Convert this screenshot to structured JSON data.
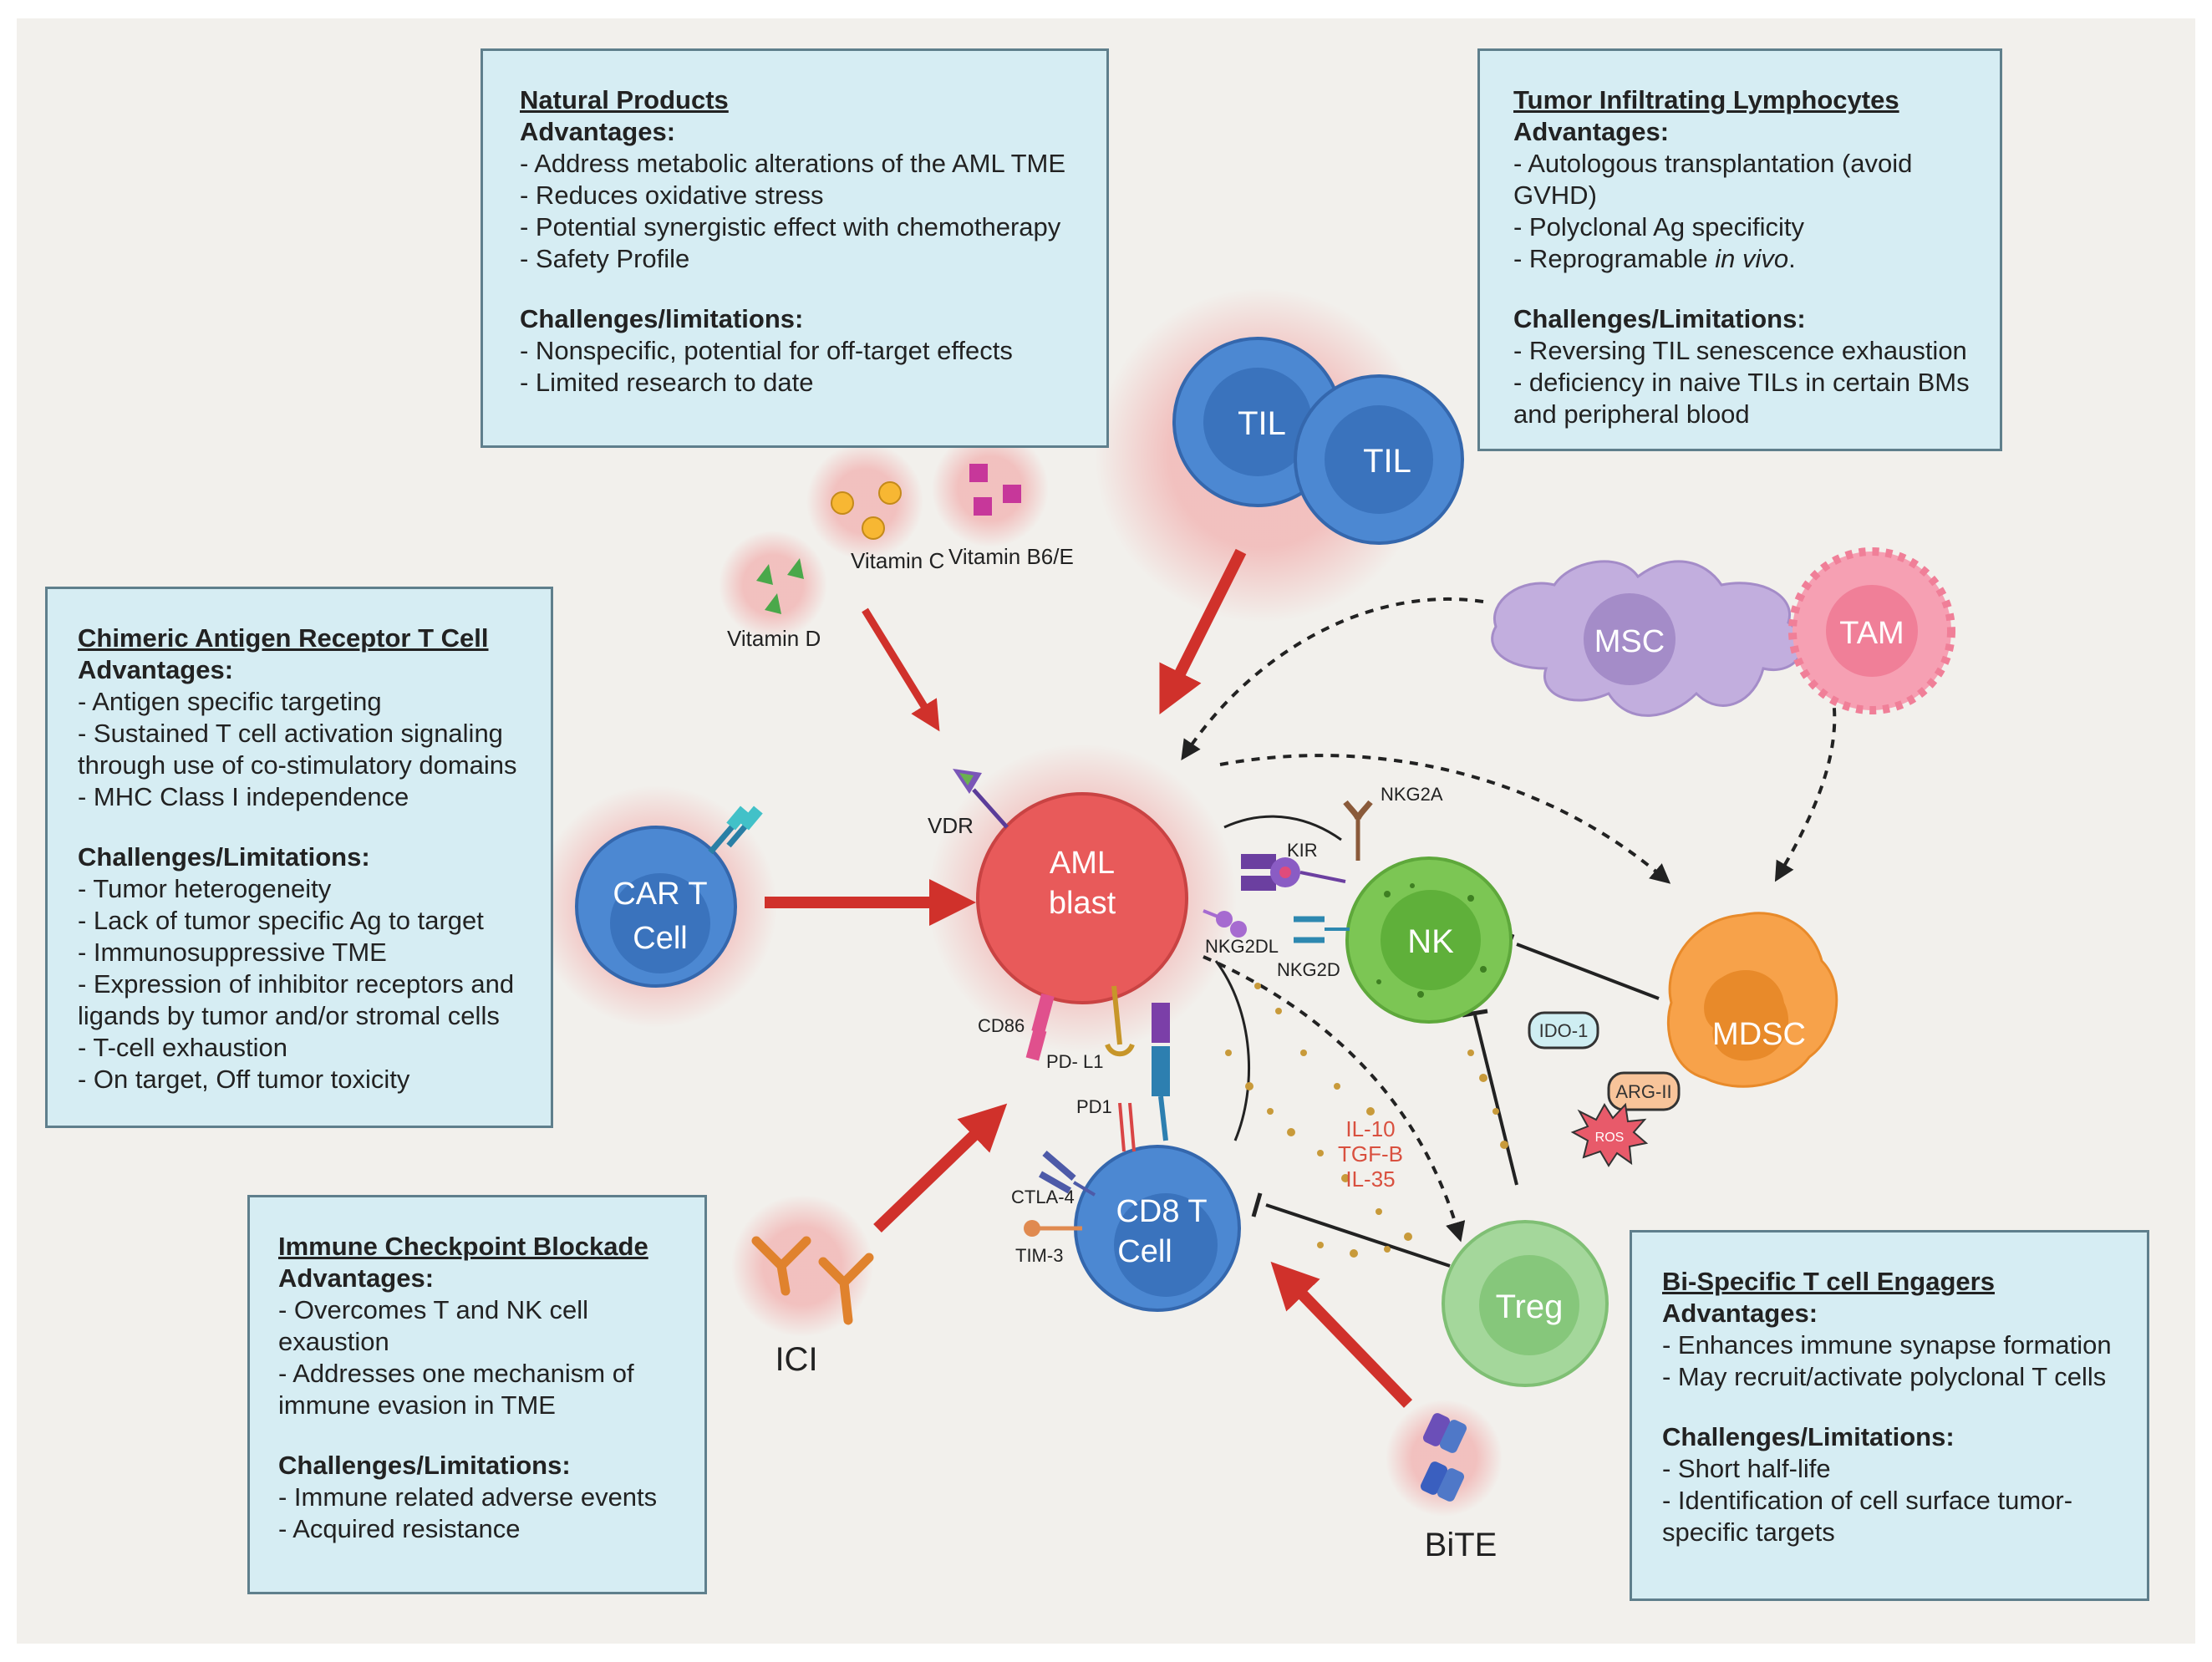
{
  "colors": {
    "box_fill": "#d6edf3",
    "box_border": "#5f7f8c",
    "arrow": "#d0312b",
    "aml": "#e85a5a",
    "t_cell": "#3d79c8",
    "nk": "#7cc654",
    "treg": "#8dcd84",
    "mdsc": "#f7a24a",
    "msc": "#b9a2d6",
    "tam": "#f4879f"
  },
  "boxes": {
    "natural_products": {
      "title": "Natural Products",
      "adv_head": "Advantages:",
      "advantages": [
        "- Address metabolic alterations of the AML TME",
        "- Reduces oxidative stress",
        "- Potential synergistic effect with chemotherapy",
        "- Safety Profile"
      ],
      "chal_head": "Challenges/limitations:",
      "challenges": [
        "- Nonspecific, potential for off-target effects",
        "- Limited research to date"
      ]
    },
    "til": {
      "title": "Tumor Infiltrating Lymphocytes",
      "adv_head": "Advantages:",
      "advantages": [
        "- Autologous transplantation (avoid GVHD)",
        "- Polyclonal Ag specificity",
        "- Reprogramable in vivo."
      ],
      "chal_head": "Challenges/Limitations:",
      "challenges": [
        "- Reversing TIL senescence exhaustion",
        "- deficiency in naive TILs in certain BMs and peripheral blood"
      ]
    },
    "car_t": {
      "title": "Chimeric Antigen Receptor  T Cell",
      "adv_head": "Advantages:",
      "advantages": [
        "- Antigen specific targeting",
        "- Sustained T cell activation signaling through use of co-stimulatory domains",
        "- MHC Class I independence"
      ],
      "chal_head": "Challenges/Limitations:",
      "challenges": [
        "- Tumor heterogeneity",
        "- Lack of tumor specific Ag to target",
        "- Immunosuppressive TME",
        "- Expression of inhibitor receptors and ligands by tumor and/or stromal cells",
        "- T-cell exhaustion",
        "- On target, Off tumor toxicity"
      ]
    },
    "icb": {
      "title": "Immune Checkpoint Blockade",
      "adv_head": "Advantages:",
      "advantages": [
        "- Overcomes T and NK cell exaustion",
        "- Addresses one mechanism of immune evasion in TME"
      ],
      "chal_head": "Challenges/Limitations:",
      "challenges": [
        "- Immune related adverse events",
        "- Acquired resistance"
      ]
    },
    "bite": {
      "title": "Bi-Specific T cell Engagers",
      "adv_head": "Advantages:",
      "advantages": [
        "- Enhances immune  synapse formation",
        "- May recruit/activate polyclonal T cells"
      ],
      "chal_head": "Challenges/Limitations:",
      "challenges": [
        "- Short half-life",
        "- Identification of cell surface tumor-specific targets"
      ]
    }
  },
  "cells": {
    "aml": [
      "AML",
      "blast"
    ],
    "car_t": [
      "CAR T",
      "Cell"
    ],
    "cd8": [
      "CD8 T",
      "Cell"
    ],
    "til_a": "TIL",
    "til_b": "TIL",
    "nk": "NK",
    "treg": "Treg",
    "mdsc": "MDSC",
    "msc": "MSC",
    "tam": "TAM"
  },
  "labels": {
    "vitamin_c": "Vitamin C",
    "vitamin_b6e": "Vitamin B6/E",
    "vitamin_d": "Vitamin D",
    "vdr": "VDR",
    "kir": "KIR",
    "nkg2a": "NKG2A",
    "nkg2dl": "NKG2DL",
    "nkg2d": "NKG2D",
    "cd86": "CD86",
    "pd_l1": "PD- L1",
    "pd1": "PD1",
    "ctla4": "CTLA-4",
    "tim3": "TIM-3",
    "ido1": "IDO-1",
    "arg2": "ARG-II",
    "ros": "ROS",
    "il10": "IL-10",
    "tgfb": "TGF-B",
    "il35": "IL-35",
    "ici": "ICI",
    "bite": "BiTE"
  }
}
